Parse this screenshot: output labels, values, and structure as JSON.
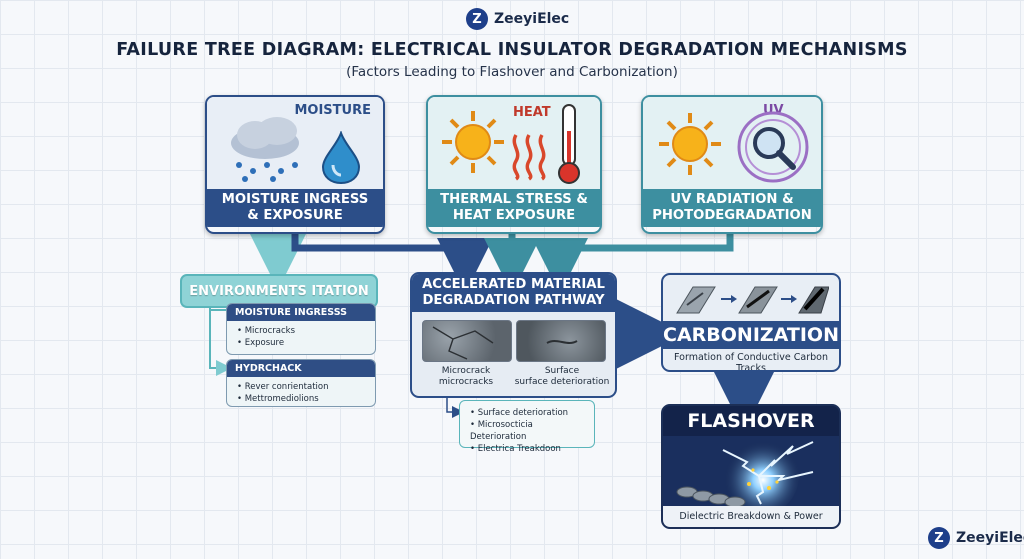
{
  "brand": {
    "name": "ZeeyiElec",
    "mark": "Z"
  },
  "header": {
    "title": "FAILURE TREE DIAGRAM: ELECTRICAL INSULATOR DEGRADATION MECHANISMS",
    "subtitle": "(Factors Leading to Flashover and Carbonization)"
  },
  "causes": [
    {
      "tag": "MOISTURE",
      "label_line1": "MOISTURE INGRESS",
      "label_line2": "& EXPOSURE",
      "icon": "rain-cloud-icon, droplet-icon"
    },
    {
      "tag": "HEAT",
      "label_line1": "THERMAL STRESS &",
      "label_line2": "HEAT EXPOSURE",
      "icon": "sun-icon, heat-waves-icon, thermometer-icon"
    },
    {
      "tag": "UV",
      "label_line1": "UV RADIATION &",
      "label_line2": "PHOTODEGRADATION",
      "icon": "sun-icon, magnifier-icon"
    }
  ],
  "environments": {
    "title": "ENVIRONMENTS ITATION",
    "groups": [
      {
        "title": "MOISTURE INGRESSS",
        "items": [
          "Microcracks",
          "Exposure"
        ]
      },
      {
        "title": "HYDRCHACK",
        "items": [
          "Rever conrientation",
          "Mettromediolions"
        ]
      }
    ]
  },
  "accelerated": {
    "title_line1": "ACCELERATED MATERIAL",
    "title_line2": "DEGRADATION PATHWAY",
    "captions": [
      {
        "line1": "Microcrack",
        "line2": "microcracks"
      },
      {
        "line1": "Surface",
        "line2": "surface deterioration"
      }
    ],
    "list": [
      "Surface deterioration",
      "Microsocticia Deterioration",
      "Electrica Treakdoon"
    ]
  },
  "carbonization": {
    "title": "CARBONIZATION",
    "subtitle": "Formation of Conductive Carbon Tracks"
  },
  "flashover": {
    "title": "FLASHOVER",
    "subtitle": "Dielectric Breakdown & Power Failure"
  },
  "colors": {
    "navy": "#2c4e88",
    "teal": "#3d8fa0",
    "light_teal": "#8fd3d6",
    "dark_navy": "#13234a"
  }
}
